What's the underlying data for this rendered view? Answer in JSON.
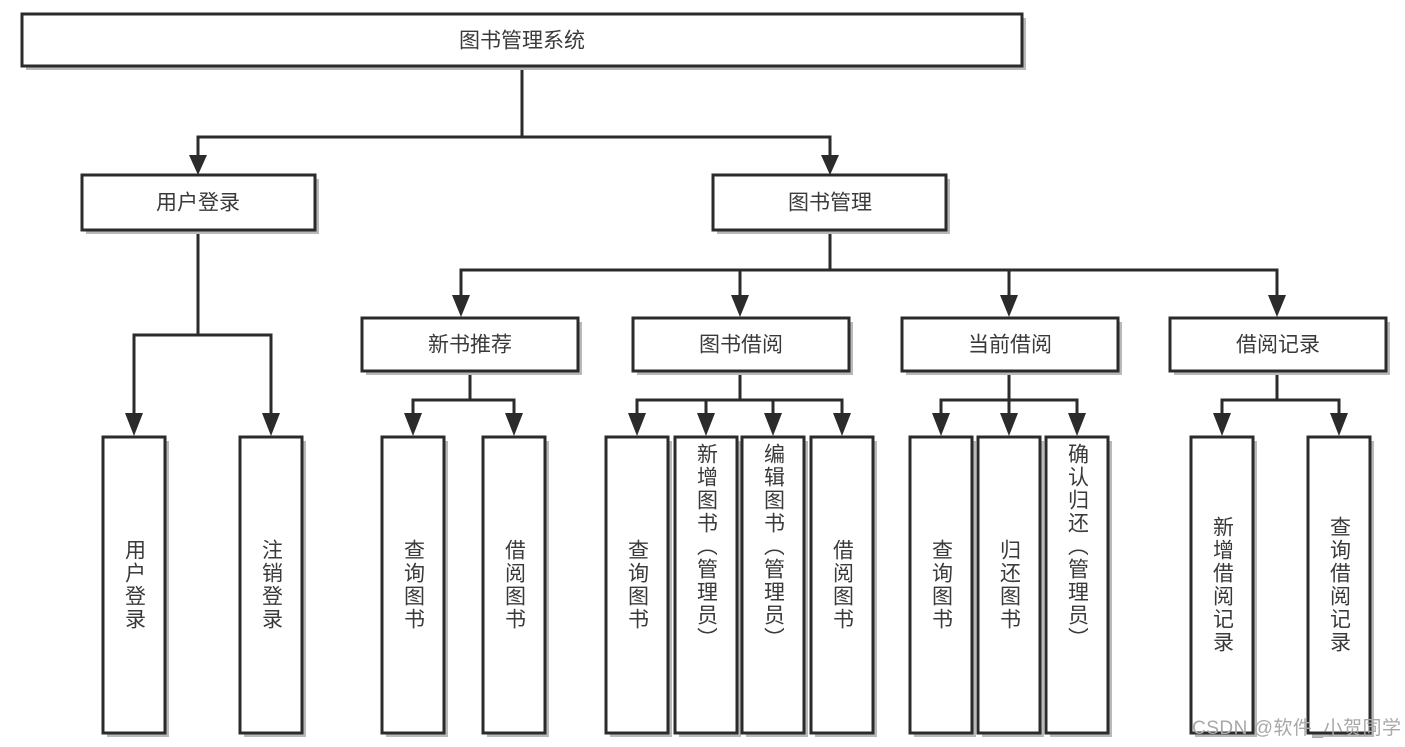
{
  "diagram": {
    "title": "图书管理系统",
    "type": "tree",
    "orientation": "top-down",
    "colors": {
      "box_fill": "#ffffff",
      "box_stroke": "#2b2b2b",
      "text": "#3a3a3a",
      "connector": "#2b2b2b",
      "shadow": "#b9b9b9",
      "watermark": "#a8a8a8",
      "background": "#ffffff"
    },
    "root": {
      "id": "root",
      "label": "图书管理系统",
      "orientation": "horizontal"
    },
    "level2": [
      {
        "id": "user-login",
        "label": "用户登录",
        "orientation": "horizontal"
      },
      {
        "id": "book-manage",
        "label": "图书管理",
        "orientation": "horizontal"
      }
    ],
    "level3": [
      {
        "id": "new-book-recommend",
        "label": "新书推荐",
        "orientation": "horizontal",
        "parent": "book-manage"
      },
      {
        "id": "book-borrow",
        "label": "图书借阅",
        "orientation": "horizontal",
        "parent": "book-manage"
      },
      {
        "id": "current-borrow",
        "label": "当前借阅",
        "orientation": "horizontal",
        "parent": "book-manage"
      },
      {
        "id": "borrow-record",
        "label": "借阅记录",
        "orientation": "horizontal",
        "parent": "book-manage"
      }
    ],
    "leaves": [
      {
        "id": "leaf-user-login",
        "label": "用户登录",
        "orientation": "vertical",
        "parent": "user-login"
      },
      {
        "id": "leaf-user-logout",
        "label": "注销登录",
        "orientation": "vertical",
        "parent": "user-login"
      },
      {
        "id": "leaf-query-book-1",
        "label": "查询图书",
        "orientation": "vertical",
        "parent": "new-book-recommend"
      },
      {
        "id": "leaf-borrow-book-1",
        "label": "借阅图书",
        "orientation": "vertical",
        "parent": "new-book-recommend"
      },
      {
        "id": "leaf-query-book-2",
        "label": "查询图书",
        "orientation": "vertical",
        "parent": "book-borrow"
      },
      {
        "id": "leaf-add-book",
        "label": "新增图书（管理员）",
        "orientation": "vertical",
        "parent": "book-borrow"
      },
      {
        "id": "leaf-edit-book",
        "label": "编辑图书（管理员）",
        "orientation": "vertical",
        "parent": "book-borrow"
      },
      {
        "id": "leaf-borrow-book-2",
        "label": "借阅图书",
        "orientation": "vertical",
        "parent": "book-borrow"
      },
      {
        "id": "leaf-query-book-3",
        "label": "查询图书",
        "orientation": "vertical",
        "parent": "current-borrow"
      },
      {
        "id": "leaf-return-book",
        "label": "归还图书",
        "orientation": "vertical",
        "parent": "current-borrow"
      },
      {
        "id": "leaf-confirm-return",
        "label": "确认归还（管理员）",
        "orientation": "vertical",
        "parent": "current-borrow"
      },
      {
        "id": "leaf-add-record",
        "label": "新增借阅记录",
        "orientation": "vertical",
        "parent": "borrow-record"
      },
      {
        "id": "leaf-query-record",
        "label": "查询借阅记录",
        "orientation": "vertical",
        "parent": "borrow-record"
      }
    ]
  },
  "watermark": {
    "text": "CSDN @软件_小贺同学"
  }
}
